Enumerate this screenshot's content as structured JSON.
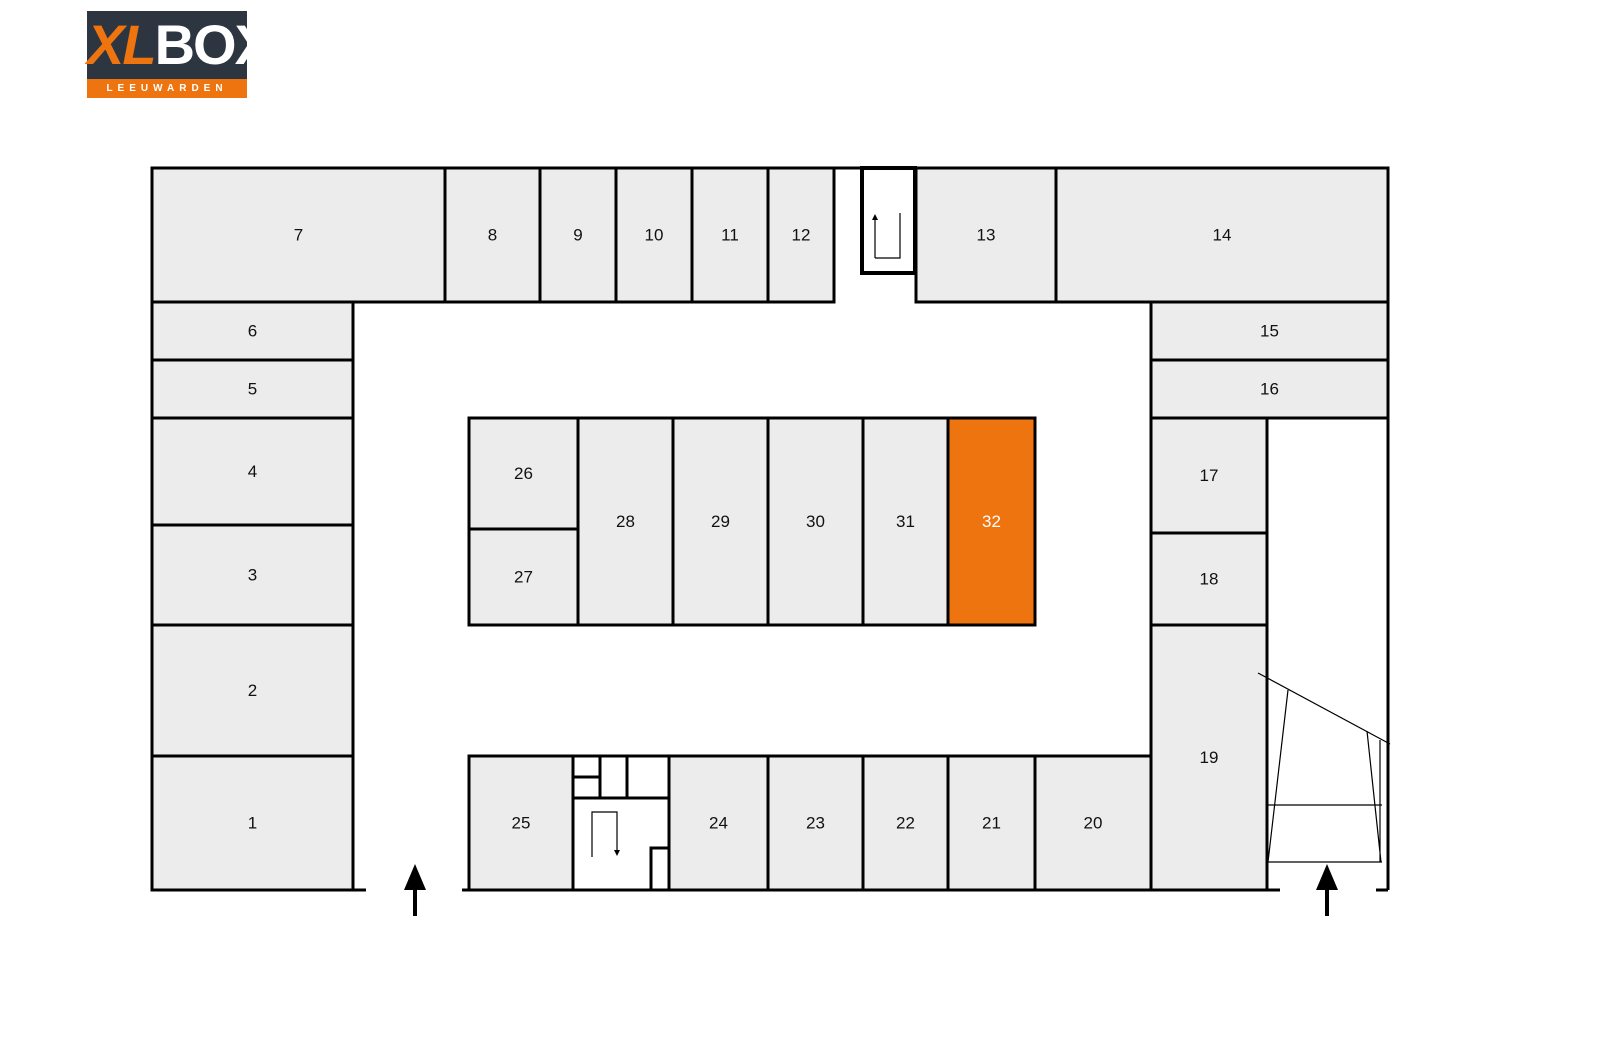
{
  "logo": {
    "brand_orange": "XL",
    "brand_white": "BOX",
    "location": "LEEUWARDEN"
  },
  "colors": {
    "unit_fill": "#ececec",
    "highlight": "#ee7410",
    "logo_bg": "#2d3640"
  },
  "selected_unit": "32",
  "units": [
    {
      "id": "1",
      "label": "1"
    },
    {
      "id": "2",
      "label": "2"
    },
    {
      "id": "3",
      "label": "3"
    },
    {
      "id": "4",
      "label": "4"
    },
    {
      "id": "5",
      "label": "5"
    },
    {
      "id": "6",
      "label": "6"
    },
    {
      "id": "7",
      "label": "7"
    },
    {
      "id": "8",
      "label": "8"
    },
    {
      "id": "9",
      "label": "9"
    },
    {
      "id": "10",
      "label": "10"
    },
    {
      "id": "11",
      "label": "11"
    },
    {
      "id": "12",
      "label": "12"
    },
    {
      "id": "13",
      "label": "13"
    },
    {
      "id": "14",
      "label": "14"
    },
    {
      "id": "15",
      "label": "15"
    },
    {
      "id": "16",
      "label": "16"
    },
    {
      "id": "17",
      "label": "17"
    },
    {
      "id": "18",
      "label": "18"
    },
    {
      "id": "19",
      "label": "19"
    },
    {
      "id": "20",
      "label": "20"
    },
    {
      "id": "21",
      "label": "21"
    },
    {
      "id": "22",
      "label": "22"
    },
    {
      "id": "23",
      "label": "23"
    },
    {
      "id": "24",
      "label": "24"
    },
    {
      "id": "25",
      "label": "25"
    },
    {
      "id": "26",
      "label": "26"
    },
    {
      "id": "27",
      "label": "27"
    },
    {
      "id": "28",
      "label": "28"
    },
    {
      "id": "29",
      "label": "29"
    },
    {
      "id": "30",
      "label": "30"
    },
    {
      "id": "31",
      "label": "31"
    },
    {
      "id": "32",
      "label": "32"
    }
  ]
}
